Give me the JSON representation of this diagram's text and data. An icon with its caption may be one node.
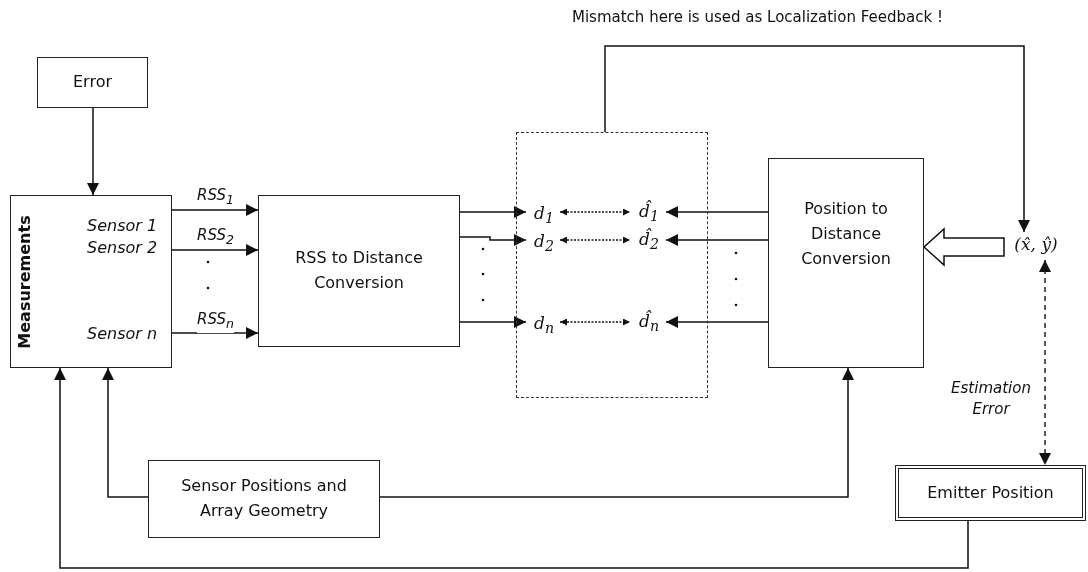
{
  "diagram": {
    "nodes": [
      {
        "text": [
          "Error"
        ]
      },
      {
        "text": [
          "Measurements",
          "Sensor 1",
          "Sensor 2",
          "Sensor n"
        ]
      },
      {
        "text": [
          "RSS to Distance Conversion"
        ]
      },
      {
        "text": [],
        "shape": "box"
      },
      {
        "text": [
          "d$_{1}$"
        ],
        "in": 3
      },
      {
        "text": [
          "d$_{2}$"
        ],
        "in": 3
      },
      {
        "text": [
          "d$_{n}$"
        ],
        "in": 3
      },
      {
        "text": [
          "d̂$_{1}$"
        ],
        "in": 3
      },
      {
        "text": [
          "d̂$_{2}$"
        ],
        "in": 3
      },
      {
        "text": [
          "d̂$_{n}$"
        ],
        "in": 3
      },
      {
        "text": [
          "Position to Distance Conversion"
        ]
      },
      {
        "text": [
          "(x̂, ŷ)"
        ]
      },
      {
        "text": [
          "Sensor Positions and Array Geometry"
        ]
      },
      {
        "text": [
          "Emitter Position"
        ]
      }
    ],
    "edges": [
      {
        "from": 0,
        "to": 1,
        "arrow": "to"
      },
      {
        "from": 1,
        "to": 2,
        "arrow": "to",
        "label": "RSS$_{1}$"
      },
      {
        "from": 1,
        "to": 2,
        "arrow": "to",
        "label": "RSS$_{2}$"
      },
      {
        "from": 1,
        "to": 2,
        "arrow": "to",
        "label": "RSS$_{n}$"
      },
      {
        "from": 2,
        "to": 4,
        "arrow": "to"
      },
      {
        "from": 2,
        "to": 5,
        "arrow": "to"
      },
      {
        "from": 2,
        "to": 6,
        "arrow": "to"
      },
      {
        "from": 4,
        "to": 7,
        "arrow": "both",
        "style": "dashed"
      },
      {
        "from": 5,
        "to": 8,
        "arrow": "both",
        "style": "dashed"
      },
      {
        "from": 6,
        "to": 9,
        "arrow": "both",
        "style": "dashed"
      },
      {
        "from": 10,
        "to": 7,
        "arrow": "to"
      },
      {
        "from": 10,
        "to": 8,
        "arrow": "to"
      },
      {
        "from": 10,
        "to": 9,
        "arrow": "to"
      },
      {
        "from": 11,
        "to": 10,
        "arrow": "to",
        "style": "thick"
      },
      {
        "from": 3,
        "to": 11,
        "arrow": "to"
      },
      {
        "from": 11,
        "to": 13,
        "arrow": "both",
        "style": "dashed",
        "label": "Estimation Error"
      },
      {
        "from": 12,
        "to": 1,
        "arrow": "to"
      },
      {
        "from": 12,
        "to": 10,
        "arrow": "to"
      },
      {
        "from": 13,
        "to": 1,
        "arrow": "to"
      }
    ],
    "labels": [
      "Mismatch here is used as Localization Feedback !"
    ]
  }
}
